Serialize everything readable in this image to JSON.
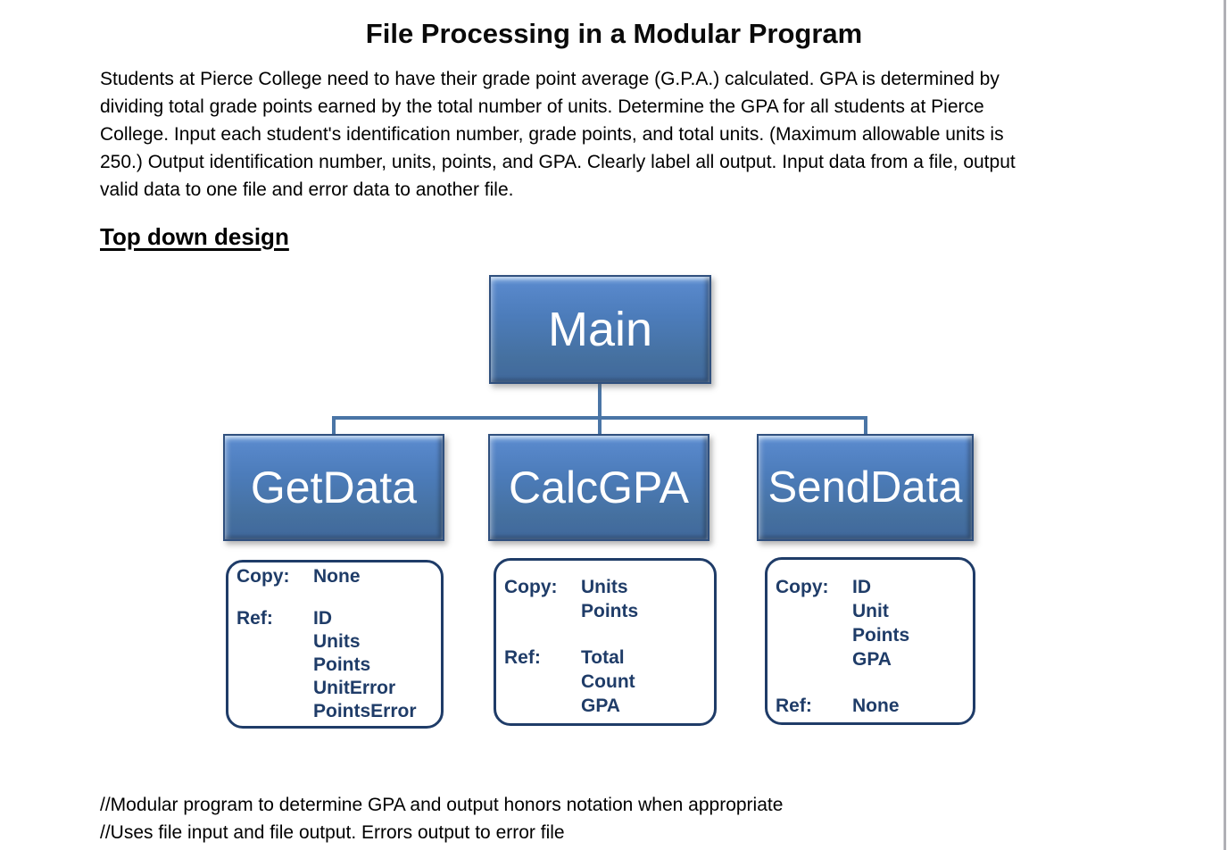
{
  "page": {
    "title": "File Processing in a Modular Program",
    "problem_statement": "Students at Pierce College need to have their grade point average (G.P.A.) calculated. GPA is determined by\ndividing total grade points earned by the total number of units. Determine the GPA for all students at Pierce\nCollege. Input each student's identification number, grade points, and total units. (Maximum allowable units is\n250.) Output identification number, units, points, and GPA. Clearly label all output. Input data from a file, output\nvalid data to one file and error data to another file.",
    "section_heading": "Top down design",
    "comments": [
      "//Modular program to determine GPA and output honors notation when appropriate",
      "//Uses file input and file output. Errors output to error file"
    ]
  },
  "diagram": {
    "root": {
      "label": "Main"
    },
    "modules": [
      {
        "label": "GetData",
        "params": {
          "copy_label": "Copy:",
          "copy_values": "None",
          "ref_label": "Ref:",
          "ref_values": "ID\nUnits\nPoints\nUnitError\nPointsError"
        }
      },
      {
        "label": "CalcGPA",
        "params": {
          "copy_label": "Copy:",
          "copy_values": "Units\nPoints",
          "ref_label": "Ref:",
          "ref_values": "Total\nCount\nGPA"
        }
      },
      {
        "label": "SendData",
        "params": {
          "copy_label": "Copy:",
          "copy_values": "ID\nUnit\nPoints\nGPA",
          "ref_label": "Ref:",
          "ref_values": "None"
        }
      }
    ],
    "colors": {
      "node_fill": "#4c7cba",
      "node_border": "#30507e",
      "node_text": "#ffffff",
      "connector": "#4a75a6",
      "param_accent": "#1f3c68",
      "page_edge": "#b0b0b6"
    }
  }
}
